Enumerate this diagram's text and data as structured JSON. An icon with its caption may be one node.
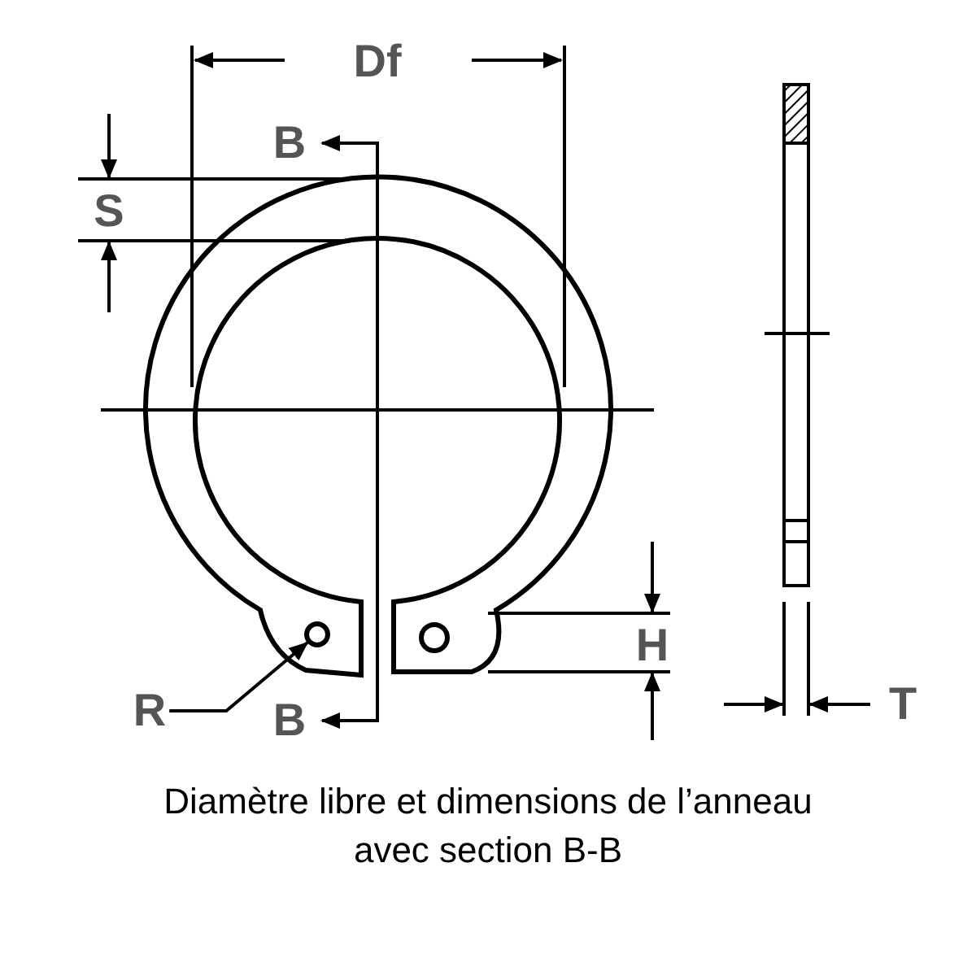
{
  "diagram": {
    "caption": "Diamètre libre et dimensions de l’anneau avec section B-B",
    "nodes": [
      {
        "text": [
          "R"
        ]
      },
      {
        "text": [],
        "shape": "circle"
      }
    ],
    "edges": [
      {
        "from": 0,
        "to": 1,
        "arrow": "to"
      }
    ],
    "labels": [
      "Df",
      "B",
      "S",
      "H",
      "B",
      "T"
    ]
  }
}
